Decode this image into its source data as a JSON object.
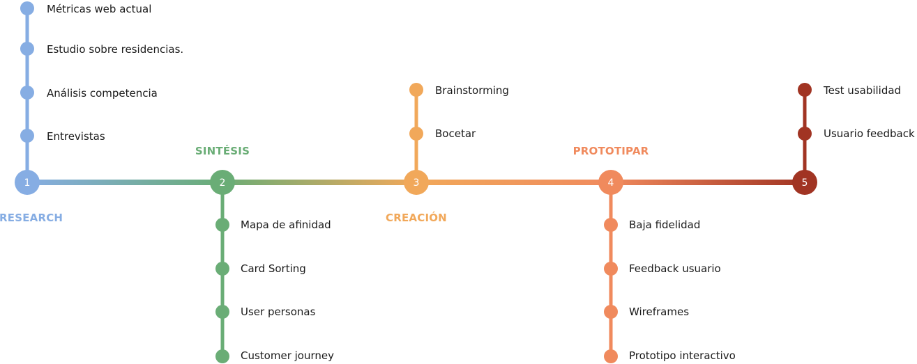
{
  "phases": [
    {
      "number": "1",
      "title": "RESEARCH",
      "color": "#86ade3",
      "steps": [
        "Métricas web actual",
        "Estudio sobre residencias.",
        "Análisis competencia",
        "Entrevistas"
      ]
    },
    {
      "number": "2",
      "title": "SINTÉSIS",
      "color": "#6aad76",
      "steps": [
        "Mapa de afinidad",
        "Card Sorting",
        "User personas",
        "Customer journey"
      ]
    },
    {
      "number": "3",
      "title": "CREACIÓN",
      "color": "#f1a85a",
      "steps": [
        "Brainstorming",
        "Bocetar"
      ]
    },
    {
      "number": "4",
      "title": "PROTOTIPAR",
      "color": "#f08a5d",
      "steps": [
        "Baja fidelidad",
        "Feedback usuario",
        "Wireframes",
        "Prototipo interactivo"
      ]
    },
    {
      "number": "5",
      "title": "",
      "color": "#a13423",
      "steps": [
        "Test usabilidad",
        "Usuario feedback"
      ]
    }
  ]
}
